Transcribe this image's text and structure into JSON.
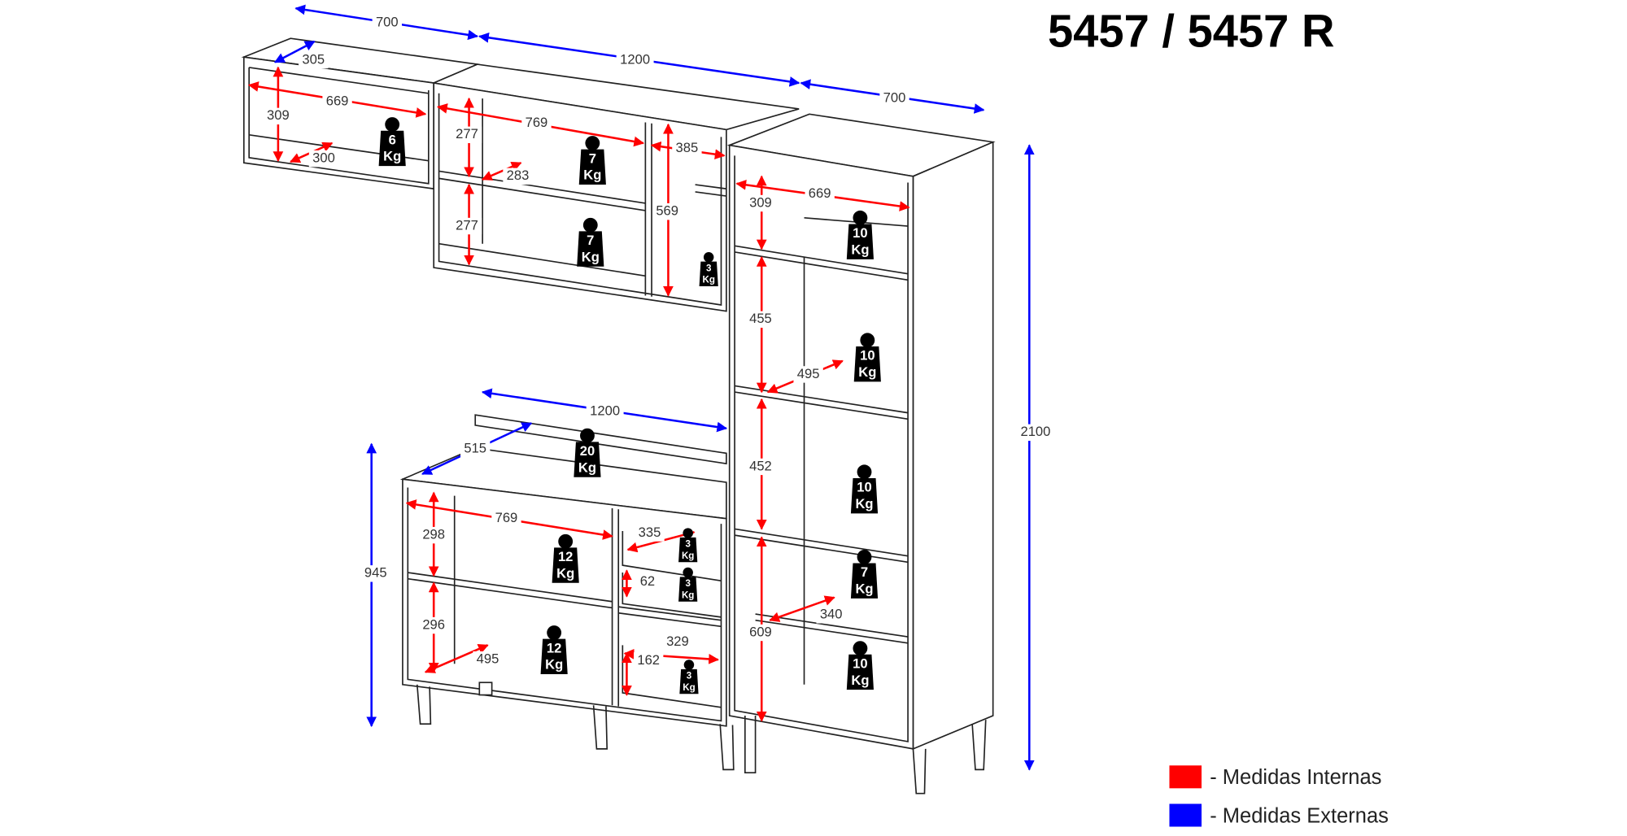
{
  "title": "5457 / 5457 R",
  "colors": {
    "internal": "#ff0000",
    "external": "#0000ff",
    "line": "#222222"
  },
  "legend": [
    {
      "label": "- Medidas Internas",
      "color": "#ff0000"
    },
    {
      "label": "- Medidas Externas",
      "color": "#0000ff"
    }
  ],
  "external_dimensions": [
    "700",
    "1200",
    "700",
    "305",
    "1200",
    "515",
    "945",
    "2100"
  ],
  "internal_dimensions": [
    "669",
    "309",
    "300",
    "769",
    "277",
    "277",
    "283",
    "385",
    "569",
    "669",
    "309",
    "455",
    "495",
    "452",
    "609",
    "340",
    "769",
    "298",
    "296",
    "495",
    "335",
    "62",
    "329",
    "162"
  ],
  "weight_limits": [
    {
      "value": "6",
      "unit": "Kg"
    },
    {
      "value": "7",
      "unit": "Kg"
    },
    {
      "value": "7",
      "unit": "Kg"
    },
    {
      "value": "3",
      "unit": "Kg"
    },
    {
      "value": "10",
      "unit": "Kg"
    },
    {
      "value": "10",
      "unit": "Kg"
    },
    {
      "value": "10",
      "unit": "Kg"
    },
    {
      "value": "7",
      "unit": "Kg"
    },
    {
      "value": "10",
      "unit": "Kg"
    },
    {
      "value": "20",
      "unit": "Kg"
    },
    {
      "value": "12",
      "unit": "Kg"
    },
    {
      "value": "12",
      "unit": "Kg"
    },
    {
      "value": "3",
      "unit": "Kg"
    },
    {
      "value": "3",
      "unit": "Kg"
    },
    {
      "value": "3",
      "unit": "Kg"
    }
  ]
}
